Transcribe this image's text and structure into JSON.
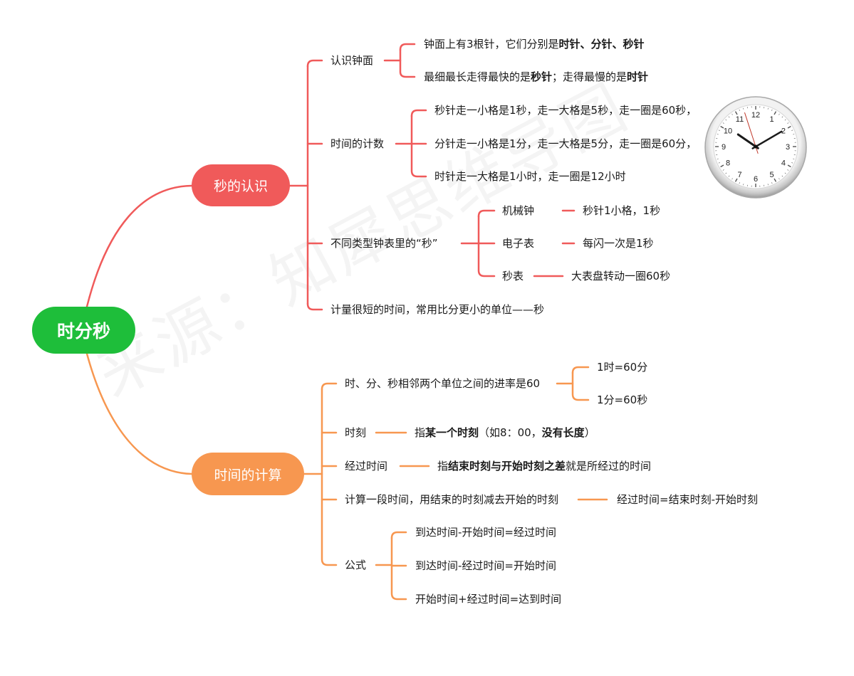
{
  "watermark": "来源：知犀思维导图",
  "root": "时分秒",
  "branch1": {
    "label": "秒的认识",
    "color": "#f05a5a",
    "n1": {
      "label": "认识钟面",
      "a": {
        "pre": "钟面上有3根针，它们分别是",
        "bold": "时针、分针、秒针"
      },
      "b": {
        "pre": "最细最长走得最快的是",
        "bold1": "秒针",
        "mid": "；走得最慢的是",
        "bold2": "时针"
      }
    },
    "n2": {
      "label": "时间的计数",
      "items": [
        "秒针走一小格是1秒，走一大格是5秒，走一圈是60秒，",
        "分针走一小格是1分，走一大格是5分，走一圈是60分，",
        "时针走一大格是1小时，走一圈是12小时"
      ]
    },
    "n3": {
      "label": "不同类型钟表里的“秒”",
      "types": [
        {
          "name": "机械钟",
          "desc": "秒针1小格，1秒"
        },
        {
          "name": "电子表",
          "desc": "每闪一次是1秒"
        },
        {
          "name": "秒表",
          "desc": "大表盘转动一圈60秒"
        }
      ]
    },
    "n4": {
      "label": "计量很短的时间，常用比分更小的单位——秒"
    }
  },
  "branch2": {
    "label": "时间的计算",
    "color": "#f79750",
    "n1": {
      "label": "时、分、秒相邻两个单位之间的进率是60",
      "items": [
        "1时=60分",
        "1分=60秒"
      ]
    },
    "n2": {
      "label": "时刻",
      "pre": "指",
      "bold1": "某一个时刻",
      "mid": "（如8：00，",
      "bold2": "没有长度",
      "post": "）"
    },
    "n3": {
      "label": "经过时间",
      "pre": "指",
      "bold": "结束时刻与开始时刻之差",
      "post": "就是所经过的时间"
    },
    "n4": {
      "label": "计算一段时间，用结束的时刻减去开始的时刻",
      "result": "经过时间=结束时刻-开始时刻"
    },
    "n5": {
      "label": "公式",
      "items": [
        "到达时间-开始时间=经过时间",
        "到达时间-经过时间=开始时间",
        "开始时间+经过时间=达到时间"
      ]
    }
  },
  "clock": {
    "numerals": [
      "12",
      "1",
      "2",
      "3",
      "4",
      "5",
      "6",
      "7",
      "8",
      "9",
      "10",
      "11"
    ],
    "hour": 10,
    "minute": 9,
    "second": 57
  },
  "colors": {
    "root": "#1ebe3a",
    "red": "#f05a5a",
    "orange": "#f79750"
  }
}
